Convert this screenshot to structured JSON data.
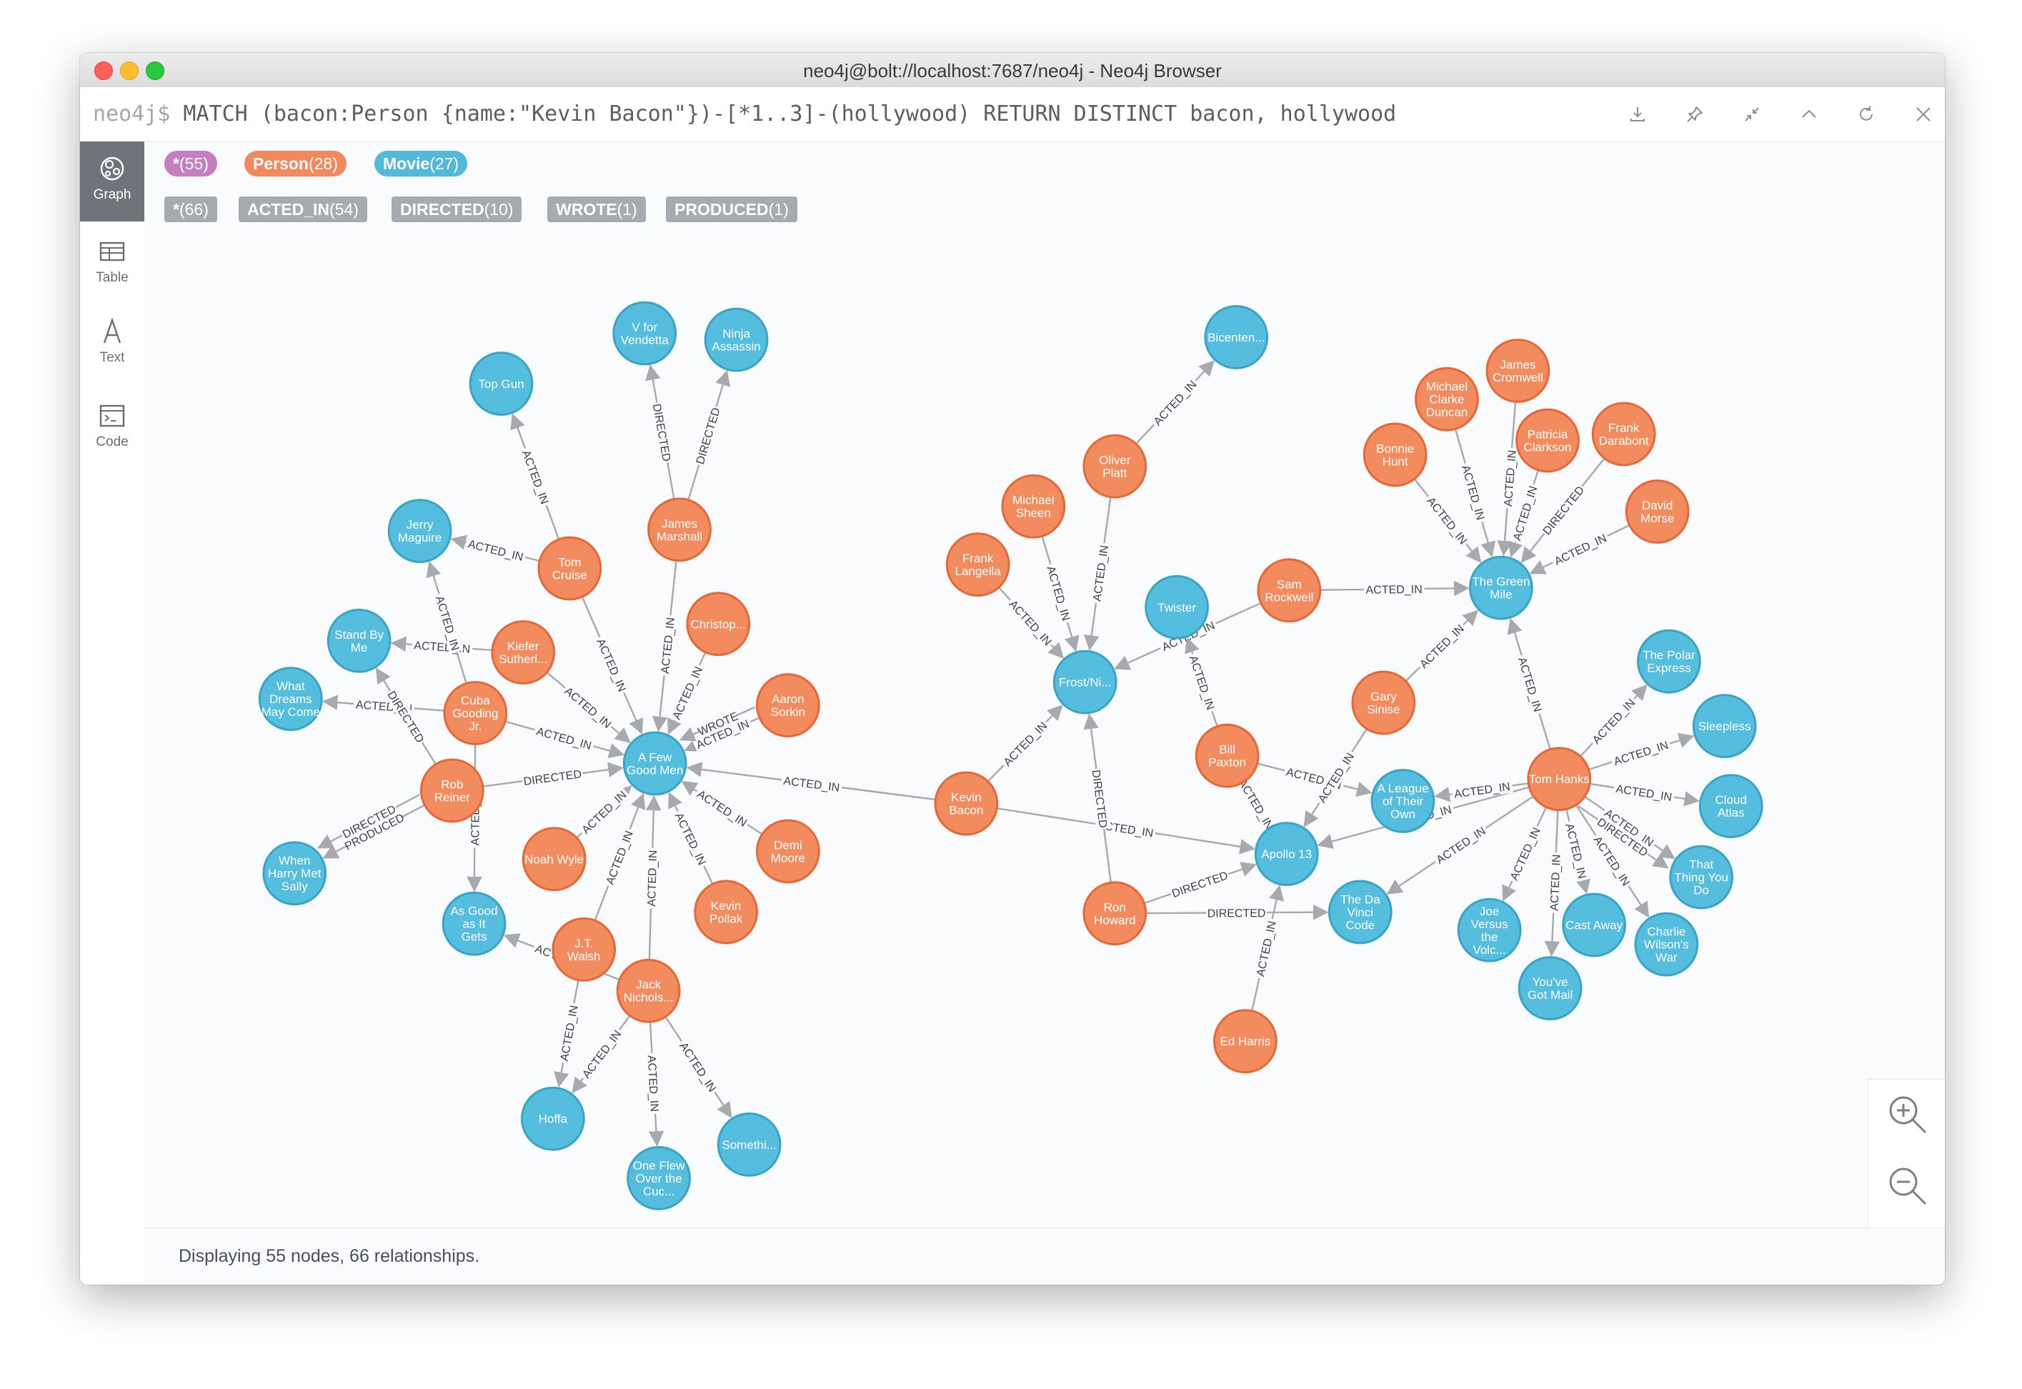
{
  "window": {
    "title": "neo4j@bolt://localhost:7687/neo4j - Neo4j Browser"
  },
  "editor": {
    "prompt": "neo4j$",
    "query": " MATCH (bacon:Person {name:\"Kevin Bacon\"})-[*1..3]-(hollywood) RETURN DISTINCT bacon, hollywood",
    "toolbar": [
      "download-icon",
      "pin-icon",
      "collapse-icon",
      "chevron-up-icon",
      "refresh-icon",
      "close-icon"
    ]
  },
  "sidebar": {
    "items": [
      {
        "label": "Graph",
        "icon": "graph-icon",
        "active": true
      },
      {
        "label": "Table",
        "icon": "table-icon"
      },
      {
        "label": "Text",
        "icon": "text-icon"
      },
      {
        "label": "Code",
        "icon": "code-icon"
      }
    ]
  },
  "labels": [
    {
      "name": "*",
      "count": "(55)",
      "color": "#c990c0"
    },
    {
      "name": "Person",
      "count": "(28)",
      "color": "#f16667"
    },
    {
      "name": "Movie",
      "count": "(27)",
      "color": "#4c8eda"
    }
  ],
  "relationship_types": [
    {
      "name": "*",
      "count": "(66)"
    },
    {
      "name": "ACTED_IN",
      "count": "(54)"
    },
    {
      "name": "DIRECTED",
      "count": "(10)"
    },
    {
      "name": "WROTE",
      "count": "(1)"
    },
    {
      "name": "PRODUCED",
      "count": "(1)"
    }
  ],
  "colors": {
    "person": "#f28c5e",
    "person_stroke": "#e4683a",
    "movie": "#55bddd",
    "movie_stroke": "#3aa4c6",
    "edge": "#a7a9ac",
    "label_chip_all": "#c57fc0",
    "label_chip_person": "#f08a5d",
    "label_chip_movie": "#52bad8"
  },
  "graph": {
    "nodes": [
      {
        "id": "afgm",
        "type": "movie",
        "label": "A Few Good Men"
      },
      {
        "id": "topgun",
        "type": "movie",
        "label": "Top Gun"
      },
      {
        "id": "vfv",
        "type": "movie",
        "label": "V for Vendetta"
      },
      {
        "id": "ninja",
        "type": "movie",
        "label": "Ninja Assassin"
      },
      {
        "id": "jerry",
        "type": "movie",
        "label": "Jerry Maguire"
      },
      {
        "id": "standby",
        "type": "movie",
        "label": "Stand By Me"
      },
      {
        "id": "wdmc",
        "type": "movie",
        "label": "What Dreams May Come"
      },
      {
        "id": "whms",
        "type": "movie",
        "label": "When Harry Met Sally"
      },
      {
        "id": "asgood",
        "type": "movie",
        "label": "As Good as It Gets"
      },
      {
        "id": "hoffa",
        "type": "movie",
        "label": "Hoffa"
      },
      {
        "id": "oneflew",
        "type": "movie",
        "label": "One Flew Over the Cuc..."
      },
      {
        "id": "somethi",
        "type": "movie",
        "label": "Somethi..."
      },
      {
        "id": "frost",
        "type": "movie",
        "label": "Frost/Ni..."
      },
      {
        "id": "bicent",
        "type": "movie",
        "label": "Bicenten..."
      },
      {
        "id": "twister",
        "type": "movie",
        "label": "Twister"
      },
      {
        "id": "apollo",
        "type": "movie",
        "label": "Apollo 13"
      },
      {
        "id": "league",
        "type": "movie",
        "label": "A League of Their Own"
      },
      {
        "id": "davinci",
        "type": "movie",
        "label": "The Da Vinci Code"
      },
      {
        "id": "greenmile",
        "type": "movie",
        "label": "The Green Mile"
      },
      {
        "id": "polar",
        "type": "movie",
        "label": "The Polar Express"
      },
      {
        "id": "sleepless",
        "type": "movie",
        "label": "Sleepless"
      },
      {
        "id": "cloud",
        "type": "movie",
        "label": "Cloud Atlas"
      },
      {
        "id": "thatthing",
        "type": "movie",
        "label": "That Thing You Do"
      },
      {
        "id": "charlie",
        "type": "movie",
        "label": "Charlie Wilson's War"
      },
      {
        "id": "castaway",
        "type": "movie",
        "label": "Cast Away"
      },
      {
        "id": "youvegot",
        "type": "movie",
        "label": "You've Got Mail"
      },
      {
        "id": "joevs",
        "type": "movie",
        "label": "Joe Versus the Volc..."
      },
      {
        "id": "tomcruise",
        "type": "person",
        "label": "Tom Cruise"
      },
      {
        "id": "jamesm",
        "type": "person",
        "label": "James Marshall"
      },
      {
        "id": "christop",
        "type": "person",
        "label": "Christop..."
      },
      {
        "id": "aaron",
        "type": "person",
        "label": "Aaron Sorkin"
      },
      {
        "id": "kiefer",
        "type": "person",
        "label": "Kiefer Sutherl..."
      },
      {
        "id": "cuba",
        "type": "person",
        "label": "Cuba Gooding Jr."
      },
      {
        "id": "rob",
        "type": "person",
        "label": "Rob Reiner"
      },
      {
        "id": "noah",
        "type": "person",
        "label": "Noah Wyle"
      },
      {
        "id": "demi",
        "type": "person",
        "label": "Demi Moore"
      },
      {
        "id": "kevinp",
        "type": "person",
        "label": "Kevin Pollak"
      },
      {
        "id": "jtwalsh",
        "type": "person",
        "label": "J.T. Walsh"
      },
      {
        "id": "jack",
        "type": "person",
        "label": "Jack Nichols..."
      },
      {
        "id": "kevinb",
        "type": "person",
        "label": "Kevin Bacon"
      },
      {
        "id": "frankl",
        "type": "person",
        "label": "Frank Langella"
      },
      {
        "id": "michaels",
        "type": "person",
        "label": "Michael Sheen"
      },
      {
        "id": "oliver",
        "type": "person",
        "label": "Oliver Platt"
      },
      {
        "id": "samr",
        "type": "person",
        "label": "Sam Rockwell"
      },
      {
        "id": "bill",
        "type": "person",
        "label": "Bill Paxton"
      },
      {
        "id": "gary",
        "type": "person",
        "label": "Gary Sinise"
      },
      {
        "id": "ron",
        "type": "person",
        "label": "Ron Howard"
      },
      {
        "id": "edharris",
        "type": "person",
        "label": "Ed Harris"
      },
      {
        "id": "tomhanks",
        "type": "person",
        "label": "Tom Hanks"
      },
      {
        "id": "bonnie",
        "type": "person",
        "label": "Bonnie Hunt"
      },
      {
        "id": "mcd",
        "type": "person",
        "label": "Michael Clarke Duncan"
      },
      {
        "id": "jamesc",
        "type": "person",
        "label": "James Cromwell"
      },
      {
        "id": "patricia",
        "type": "person",
        "label": "Patricia Clarkson"
      },
      {
        "id": "frankd",
        "type": "person",
        "label": "Frank Darabont"
      },
      {
        "id": "david",
        "type": "person",
        "label": "David Morse"
      }
    ],
    "edges": [
      {
        "from": "tomcruise",
        "to": "topgun",
        "label": "ACTED_IN"
      },
      {
        "from": "tomcruise",
        "to": "jerry",
        "label": "ACTED_IN"
      },
      {
        "from": "tomcruise",
        "to": "afgm",
        "label": "ACTED_IN"
      },
      {
        "from": "jamesm",
        "to": "vfv",
        "label": "DIRECTED"
      },
      {
        "from": "jamesm",
        "to": "ninja",
        "label": "DIRECTED"
      },
      {
        "from": "jamesm",
        "to": "afgm",
        "label": "ACTED_IN"
      },
      {
        "from": "christop",
        "to": "afgm",
        "label": "ACTED_IN"
      },
      {
        "from": "aaron",
        "to": "afgm",
        "label": "ACTED_IN"
      },
      {
        "from": "aaron",
        "to": "afgm",
        "label": "WROTE"
      },
      {
        "from": "kiefer",
        "to": "standby",
        "label": "ACTED_IN"
      },
      {
        "from": "kiefer",
        "to": "afgm",
        "label": "ACTED_IN"
      },
      {
        "from": "cuba",
        "to": "jerry",
        "label": "ACTED_IN"
      },
      {
        "from": "cuba",
        "to": "wdmc",
        "label": "ACTED_IN"
      },
      {
        "from": "cuba",
        "to": "afgm",
        "label": "ACTED_IN"
      },
      {
        "from": "cuba",
        "to": "asgood",
        "label": "ACTED_IN"
      },
      {
        "from": "rob",
        "to": "standby",
        "label": "DIRECTED"
      },
      {
        "from": "rob",
        "to": "afgm",
        "label": "DIRECTED"
      },
      {
        "from": "rob",
        "to": "whms",
        "label": "PRODUCED"
      },
      {
        "from": "rob",
        "to": "whms",
        "label": "DIRECTED"
      },
      {
        "from": "noah",
        "to": "afgm",
        "label": "ACTED_IN"
      },
      {
        "from": "demi",
        "to": "afgm",
        "label": "ACTED_IN"
      },
      {
        "from": "kevinp",
        "to": "afgm",
        "label": "ACTED_IN"
      },
      {
        "from": "jtwalsh",
        "to": "afgm",
        "label": "ACTED_IN"
      },
      {
        "from": "jtwalsh",
        "to": "hoffa",
        "label": "ACTED_IN"
      },
      {
        "from": "jack",
        "to": "afgm",
        "label": "ACTED_IN"
      },
      {
        "from": "jack",
        "to": "asgood",
        "label": "ACTED_IN"
      },
      {
        "from": "jack",
        "to": "hoffa",
        "label": "ACTED_IN"
      },
      {
        "from": "jack",
        "to": "oneflew",
        "label": "ACTED_IN"
      },
      {
        "from": "jack",
        "to": "somethi",
        "label": "ACTED_IN"
      },
      {
        "from": "kevinb",
        "to": "afgm",
        "label": "ACTED_IN"
      },
      {
        "from": "kevinb",
        "to": "frost",
        "label": "ACTED_IN"
      },
      {
        "from": "kevinb",
        "to": "apollo",
        "label": "ACTED_IN"
      },
      {
        "from": "frankl",
        "to": "frost",
        "label": "ACTED_IN"
      },
      {
        "from": "michaels",
        "to": "frost",
        "label": "ACTED_IN"
      },
      {
        "from": "oliver",
        "to": "frost",
        "label": "ACTED_IN"
      },
      {
        "from": "oliver",
        "to": "bicent",
        "label": "ACTED_IN"
      },
      {
        "from": "samr",
        "to": "frost",
        "label": "ACTED_IN"
      },
      {
        "from": "samr",
        "to": "greenmile",
        "label": "ACTED_IN"
      },
      {
        "from": "ron",
        "to": "frost",
        "label": "DIRECTED"
      },
      {
        "from": "ron",
        "to": "apollo",
        "label": "DIRECTED"
      },
      {
        "from": "ron",
        "to": "davinci",
        "label": "DIRECTED"
      },
      {
        "from": "bill",
        "to": "twister",
        "label": "ACTED_IN"
      },
      {
        "from": "bill",
        "to": "apollo",
        "label": "ACTED_IN"
      },
      {
        "from": "bill",
        "to": "league",
        "label": "ACTED_IN"
      },
      {
        "from": "gary",
        "to": "apollo",
        "label": "ACTED_IN"
      },
      {
        "from": "gary",
        "to": "greenmile",
        "label": "ACTED_IN"
      },
      {
        "from": "edharris",
        "to": "apollo",
        "label": "ACTED_IN"
      },
      {
        "from": "tomhanks",
        "to": "apollo",
        "label": "ACTED_IN"
      },
      {
        "from": "tomhanks",
        "to": "league",
        "label": "ACTED_IN"
      },
      {
        "from": "tomhanks",
        "to": "davinci",
        "label": "ACTED_IN"
      },
      {
        "from": "tomhanks",
        "to": "greenmile",
        "label": "ACTED_IN"
      },
      {
        "from": "tomhanks",
        "to": "polar",
        "label": "ACTED_IN"
      },
      {
        "from": "tomhanks",
        "to": "sleepless",
        "label": "ACTED_IN"
      },
      {
        "from": "tomhanks",
        "to": "cloud",
        "label": "ACTED_IN"
      },
      {
        "from": "tomhanks",
        "to": "thatthing",
        "label": "ACTED_IN"
      },
      {
        "from": "tomhanks",
        "to": "thatthing",
        "label": "DIRECTED"
      },
      {
        "from": "tomhanks",
        "to": "charlie",
        "label": "ACTED_IN"
      },
      {
        "from": "tomhanks",
        "to": "castaway",
        "label": "ACTED_IN"
      },
      {
        "from": "tomhanks",
        "to": "youvegot",
        "label": "ACTED_IN"
      },
      {
        "from": "tomhanks",
        "to": "joevs",
        "label": "ACTED_IN"
      },
      {
        "from": "bonnie",
        "to": "greenmile",
        "label": "ACTED_IN"
      },
      {
        "from": "mcd",
        "to": "greenmile",
        "label": "ACTED_IN"
      },
      {
        "from": "jamesc",
        "to": "greenmile",
        "label": "ACTED_IN"
      },
      {
        "from": "patricia",
        "to": "greenmile",
        "label": "ACTED_IN"
      },
      {
        "from": "frankd",
        "to": "greenmile",
        "label": "DIRECTED"
      },
      {
        "from": "david",
        "to": "greenmile",
        "label": "ACTED_IN"
      }
    ]
  },
  "status": {
    "text": "Displaying 55 nodes, 66 relationships."
  },
  "zoom": {
    "in_icon": "zoom-in-icon",
    "out_icon": "zoom-out-icon"
  }
}
